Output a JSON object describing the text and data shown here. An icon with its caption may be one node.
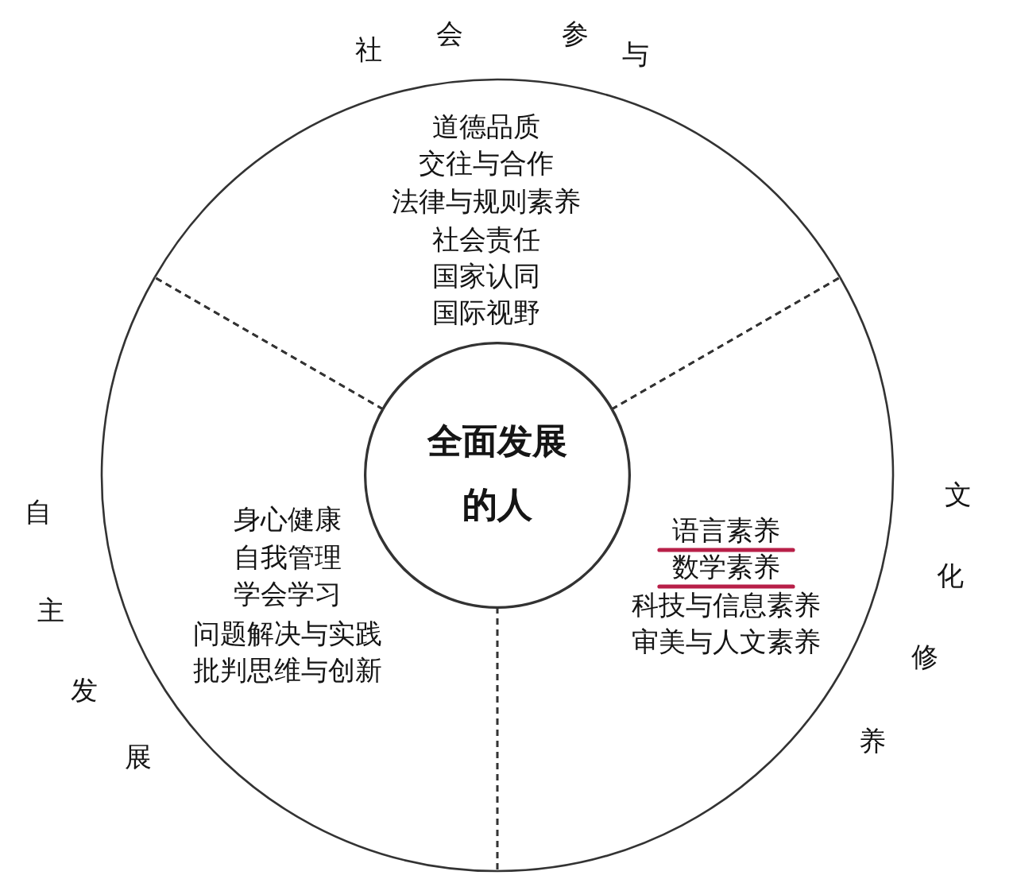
{
  "diagram": {
    "nodes": [
      {
        "text": [
          "社会参与",
          "道德品质",
          "交往与合作",
          "法律与规则素养",
          "社会责任",
          "国家认同",
          "国际视野"
        ]
      },
      {
        "text": [
          "自主发展",
          "身心健康",
          "自我管理",
          "学会学习",
          "问题解决与实践",
          "批判思维与创新"
        ]
      },
      {
        "text": [
          "全面发展的人"
        ]
      },
      {
        "text": [
          "文化修养",
          "语言素养",
          "数学素养",
          "科技与信息素养",
          "审美与人文素养"
        ]
      }
    ]
  }
}
